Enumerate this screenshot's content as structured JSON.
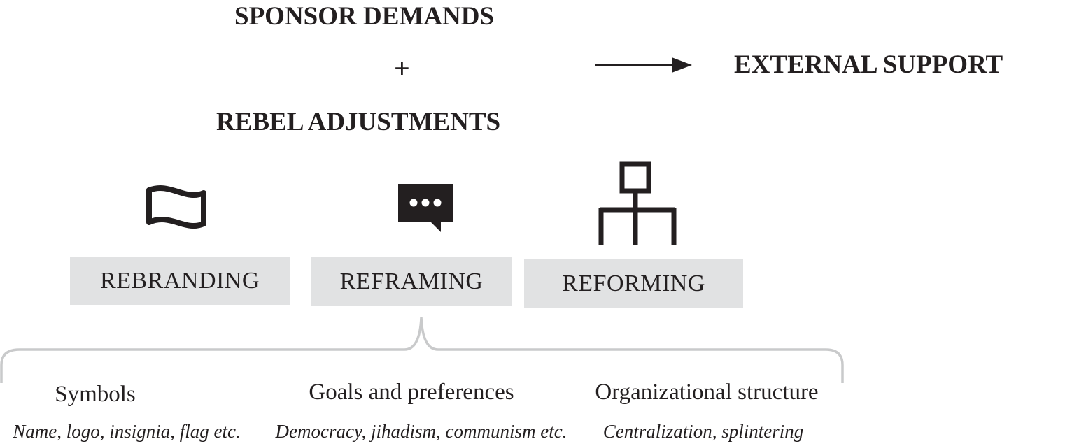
{
  "flow": {
    "demands": "SPONSOR DEMANDS",
    "plus": "+",
    "adjustments": "REBEL ADJUSTMENTS",
    "outcome": "EXTERNAL SUPPORT"
  },
  "icons": {
    "rebranding": "flag-icon",
    "reframing": "speech-bubble-icon",
    "reforming": "org-chart-icon"
  },
  "boxes": {
    "rebranding": "REBRANDING",
    "reframing": "REFRAMING",
    "reforming": "REFORMING"
  },
  "categories": [
    {
      "label": "Symbols",
      "examples": "Name, logo, insignia, flag etc."
    },
    {
      "label": "Goals and preferences",
      "examples": "Democracy, jihadism, communism etc."
    },
    {
      "label": "Organizational structure",
      "examples": "Centralization, splintering"
    }
  ],
  "colors": {
    "text": "#231f20",
    "box_fill": "#e1e2e3",
    "brace": "#c9cacb"
  }
}
